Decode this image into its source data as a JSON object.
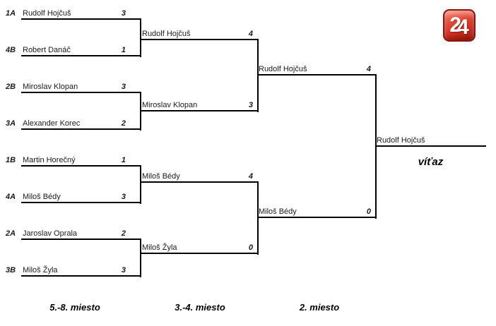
{
  "logo": {
    "digits": [
      "2",
      "4"
    ],
    "bg_top_color": "#f37c68",
    "bg_bottom_color": "#9e1a10",
    "border_color": "#8c150e",
    "text_color": "#ffffff"
  },
  "bracket": {
    "quarterfinals": [
      {
        "seed": "1A",
        "name": "Rudolf Hojčuš",
        "score": "3"
      },
      {
        "seed": "4B",
        "name": "Robert Danáč",
        "score": "1"
      },
      {
        "seed": "2B",
        "name": "Miroslav Klopan",
        "score": "3"
      },
      {
        "seed": "3A",
        "name": "Alexander Korec",
        "score": "2"
      },
      {
        "seed": "1B",
        "name": "Martin Horečný",
        "score": "1"
      },
      {
        "seed": "4A",
        "name": "Miloš Bédy",
        "score": "3"
      },
      {
        "seed": "2A",
        "name": "Jaroslav Oprala",
        "score": "2"
      },
      {
        "seed": "3B",
        "name": "Miloš Žyla",
        "score": "3"
      }
    ],
    "semifinals": [
      {
        "name": "Rudolf Hojčuš",
        "score": "4"
      },
      {
        "name": "Miroslav Klopan",
        "score": "3"
      },
      {
        "name": "Miloš Bédy",
        "score": "4"
      },
      {
        "name": "Miloš Žyla",
        "score": "0"
      }
    ],
    "final": [
      {
        "name": "Rudolf Hojčuš",
        "score": "4"
      },
      {
        "name": "Miloš Bédy",
        "score": "0"
      }
    ],
    "champion": {
      "name": "Rudolf Hojčuš",
      "label": "víťaz"
    }
  },
  "footer_labels": [
    {
      "text": "5.-8. miesto"
    },
    {
      "text": "3.-4. miesto"
    },
    {
      "text": "2. miesto"
    }
  ],
  "line_color": "#000000"
}
